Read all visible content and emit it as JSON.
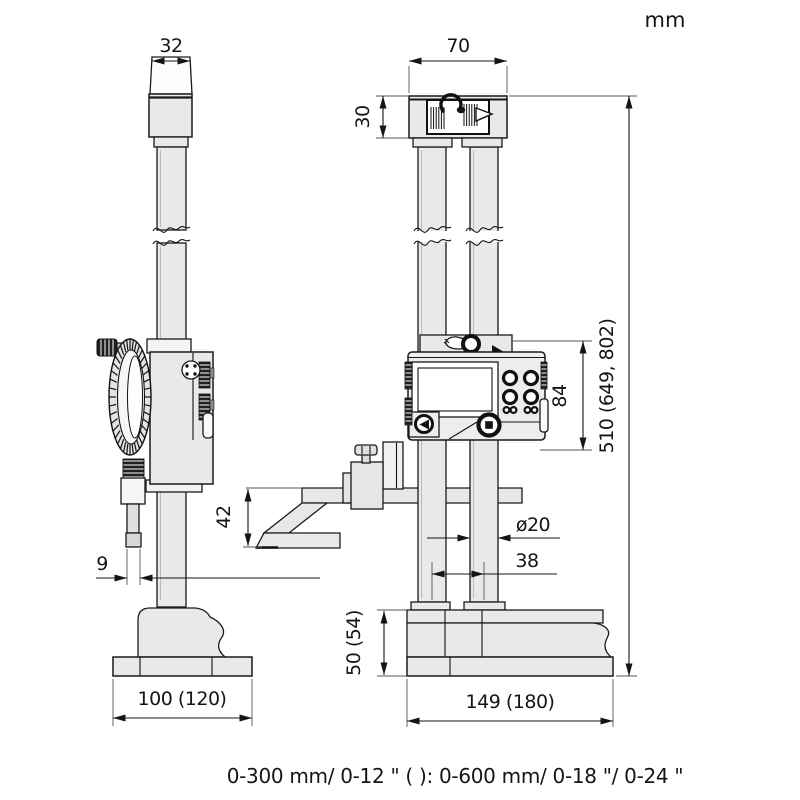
{
  "drawing": {
    "title_unit": "mm",
    "range_note": "0-300 mm/ 0-12 \" ( ): 0-600 mm/ 0-18 \"/ 0-24 \"",
    "dimensions": {
      "side_cap_width": "32",
      "front_cap_width": "70",
      "cap_height": "30",
      "display_height": "84",
      "total_height": "510 (649, 802)",
      "scriber_height": "42",
      "probe_tip_width": "9",
      "column_diameter": "ø20",
      "column_spacing": "38",
      "base_height": "50 (54)",
      "side_base_width": "100 (120)",
      "front_base_width": "149 (180)"
    },
    "colors": {
      "line": "#1a1a1a",
      "metal_fill": "#e9e9e9",
      "white_fill": "#ffffff",
      "dark_fill": "#1a1a1a"
    }
  }
}
